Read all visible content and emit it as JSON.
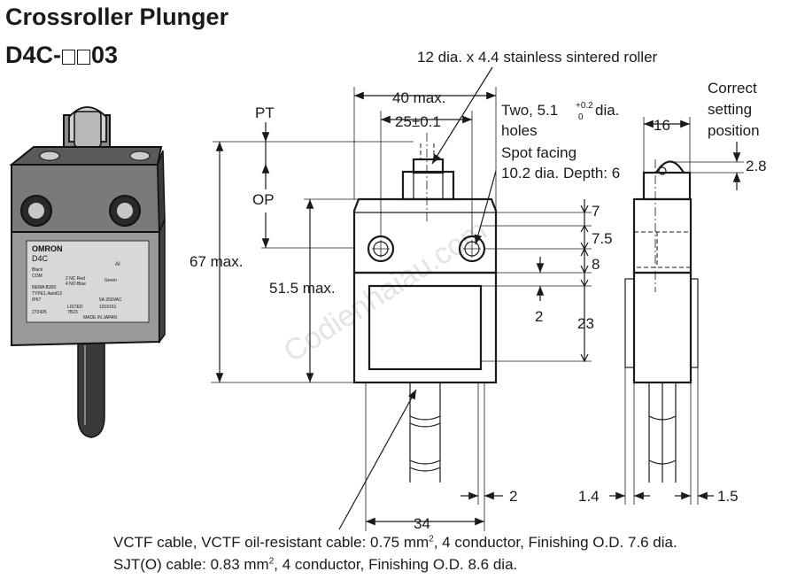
{
  "title": "Crossroller Plunger",
  "model": {
    "prefix": "D4C-",
    "suffix": "03"
  },
  "labels": {
    "roller": "12 dia. x 4.4 stainless sintered roller",
    "holes_line1_a": "Two, 5.1",
    "tol_plus": "+0.2",
    "tol_zero": "0",
    "holes_line1_b": "dia.",
    "holes_line2": "holes",
    "spot_line1": "Spot facing",
    "spot_line2": "10.2 dia. Depth: 6",
    "correct_line1": "Correct",
    "correct_line2": "setting",
    "correct_line3": "position",
    "pt": "PT",
    "op": "OP"
  },
  "dimensions": {
    "width_max": "40 max.",
    "hole_pitch": "25±0.1",
    "height_max": "67 max.",
    "body_height_max": "51.5 max.",
    "d7": "7",
    "d7_5": "7.5",
    "d8": "8",
    "d2_window": "2",
    "d23": "23",
    "d16": "16",
    "d2_8": "2.8",
    "d34": "34",
    "d2_bottom": "2",
    "d1_4": "1.4",
    "d1_5": "1.5"
  },
  "product_photo": {
    "brand": "OMRON",
    "model": "D4C",
    "mark": "AI",
    "wires": [
      "Black",
      "COM",
      "2 NC Red",
      "4 NO Blue",
      "Green"
    ],
    "rating1": "NEMA B300",
    "rating2": "TYPE1,4and13",
    "rating3": "IP67",
    "rating4": "5A 250VAC",
    "listed": "LISTED",
    "listed_no": "7B23",
    "code": "272425",
    "made_in": "MADE IN JAPAN",
    "lot": "1016161"
  },
  "watermark": "Codienhaiau.com",
  "footer": {
    "line1_a": "VCTF cable, VCTF oil-resistant cable: 0.75 mm",
    "line1_b": ", 4 conductor, Finishing O.D. 7.6 dia.",
    "line2_a": "SJT(O) cable: 0.83 mm",
    "line2_b": ", 4 conductor, Finishing O.D. 8.6 dia.",
    "sup": "2"
  }
}
